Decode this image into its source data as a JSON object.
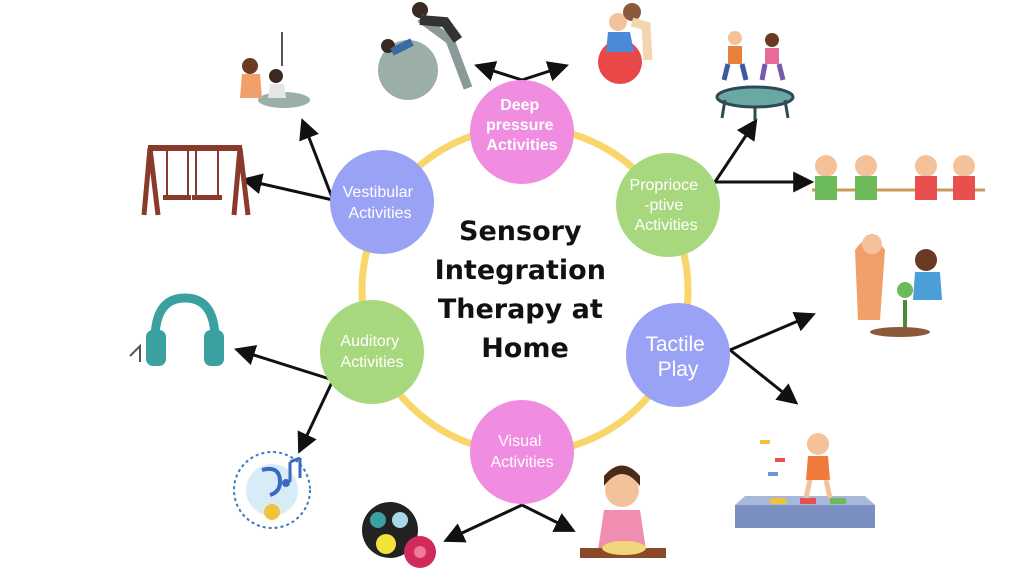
{
  "title_lines": [
    "Sensory",
    "Integration",
    "Therapy at",
    "Home"
  ],
  "colors": {
    "ring": "#f9d66a",
    "pink": "#f08de0",
    "green": "#a8d87e",
    "blue": "#9aa2f5",
    "arrow": "#111111",
    "title": "#111111"
  },
  "nodes": {
    "deep_pressure": {
      "lines": [
        "Deep",
        "pressure",
        "Activities"
      ],
      "color": "pink"
    },
    "proprioceptive": {
      "lines": [
        "Proprioce",
        "-ptive",
        "Activities"
      ],
      "color": "green"
    },
    "tactile": {
      "lines": [
        "Tactile",
        "Play"
      ],
      "color": "blue"
    },
    "visual": {
      "lines": [
        "Visual",
        "Activities"
      ],
      "color": "pink"
    },
    "auditory": {
      "lines": [
        "Auditory",
        "Activities"
      ],
      "color": "green"
    },
    "vestibular": {
      "lines": [
        "Vestibular",
        "Activities"
      ],
      "color": "blue"
    }
  },
  "illustrations": [
    "therapy-ball-exercise",
    "child-bouncing-ball",
    "kids-on-trampoline",
    "tug-of-war",
    "gardening-together",
    "sensory-stepping-stones",
    "girl-with-bowl",
    "color-dots-and-virus",
    "ear-music-target",
    "headphones",
    "swing-set",
    "hanging-swing"
  ]
}
